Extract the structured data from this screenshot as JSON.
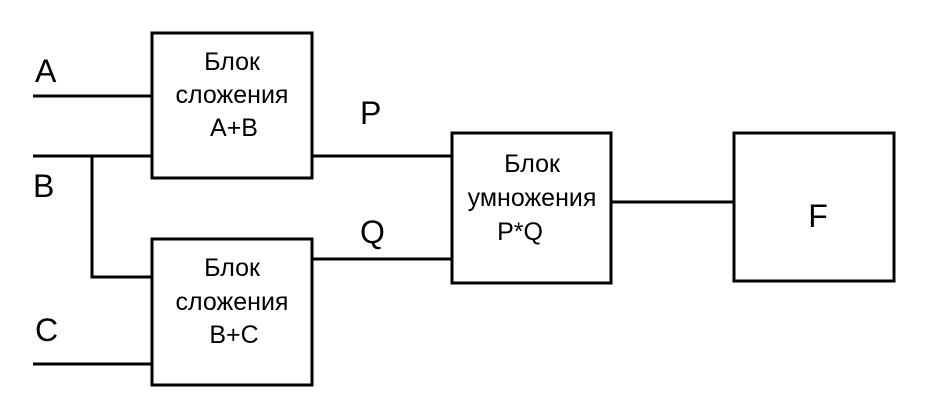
{
  "inputs": {
    "a": "A",
    "b": "B",
    "c": "C"
  },
  "signals": {
    "p": "P",
    "q": "Q"
  },
  "blocks": {
    "adder_ab": {
      "line1": "Блок",
      "line2": "сложения",
      "line3": "A+B"
    },
    "adder_bc": {
      "line1": "Блок",
      "line2": "сложения",
      "line3": "B+C"
    },
    "multiplier": {
      "line1": "Блок",
      "line2": "умножения",
      "line3": "P*Q"
    },
    "output": {
      "label": "F"
    }
  }
}
